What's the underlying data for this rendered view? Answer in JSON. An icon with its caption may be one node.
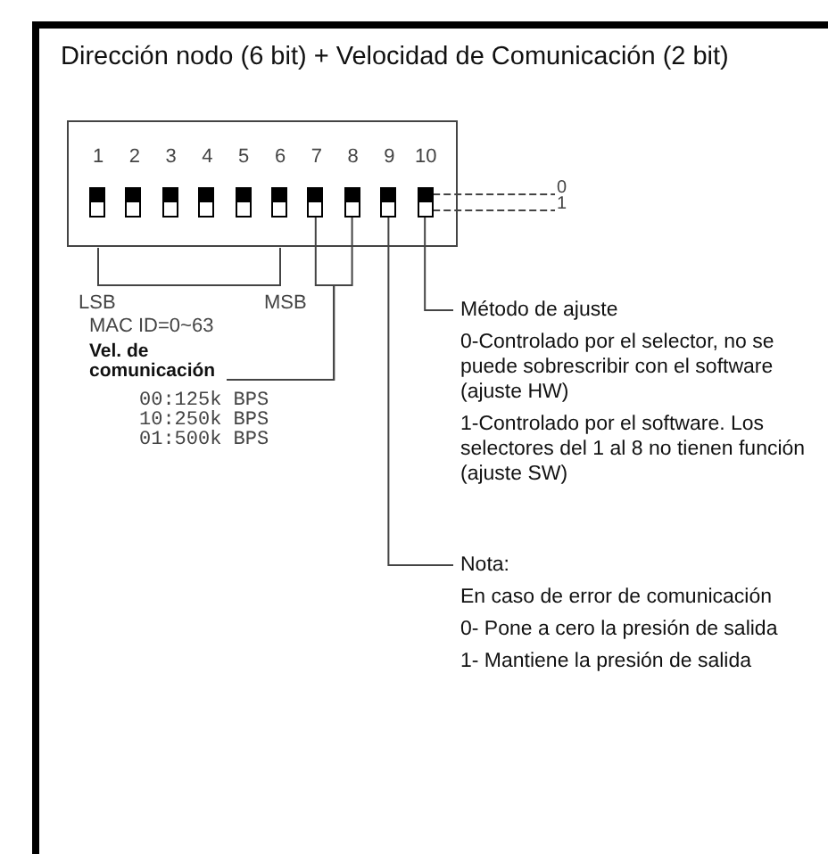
{
  "diagram": {
    "title": "Dirección nodo (6 bit) + Velocidad de Comunicación (2 bit)",
    "nodes": [
      {
        "text": [],
        "shape": "box"
      },
      {
        "text": [],
        "shape": "box"
      },
      {
        "text": [],
        "shape": "box"
      },
      {
        "text": [],
        "shape": "box"
      },
      {
        "text": [],
        "shape": "box"
      },
      {
        "text": [],
        "shape": "box"
      },
      {
        "text": [],
        "shape": "box"
      },
      {
        "text": [],
        "shape": "box"
      },
      {
        "text": [],
        "shape": "box"
      },
      {
        "text": [],
        "shape": "box"
      },
      {
        "text": [
          "0"
        ]
      },
      {
        "text": [
          "1"
        ]
      },
      {
        "text": [
          "Método de ajuste",
          "0-Controlado por el selector, no se puede sobrescribir con el software (ajuste HW)",
          "1-Controlado por el software. Los selectores del 1 al 8 no tienen función (ajuste SW)"
        ]
      },
      {
        "text": [
          "Vel. de comunicación",
          "00:125k BPS",
          "10:250k BPS",
          "01:500k BPS"
        ]
      },
      {
        "text": [
          "Nota:",
          "En caso de error de comunicación",
          "0- Pone a cero la presión de salida",
          "1- Mantiene la presión de salida"
        ]
      }
    ],
    "edges": [
      {
        "from": 9,
        "to": 10,
        "arrow": "none",
        "style": "dashed"
      },
      {
        "from": 9,
        "to": 11,
        "arrow": "none",
        "style": "dashed"
      },
      {
        "from": 12,
        "to": 9,
        "arrow": "none"
      },
      {
        "from": 13,
        "to": 6,
        "arrow": "none"
      },
      {
        "from": 13,
        "to": 7,
        "arrow": "none"
      },
      {
        "from": 14,
        "to": 8,
        "arrow": "none"
      }
    ],
    "labels": [
      "1",
      "2",
      "3",
      "4",
      "5",
      "6",
      "7",
      "8",
      "9",
      "10",
      "LSB",
      "MSB",
      "MAC ID=0~63"
    ]
  }
}
